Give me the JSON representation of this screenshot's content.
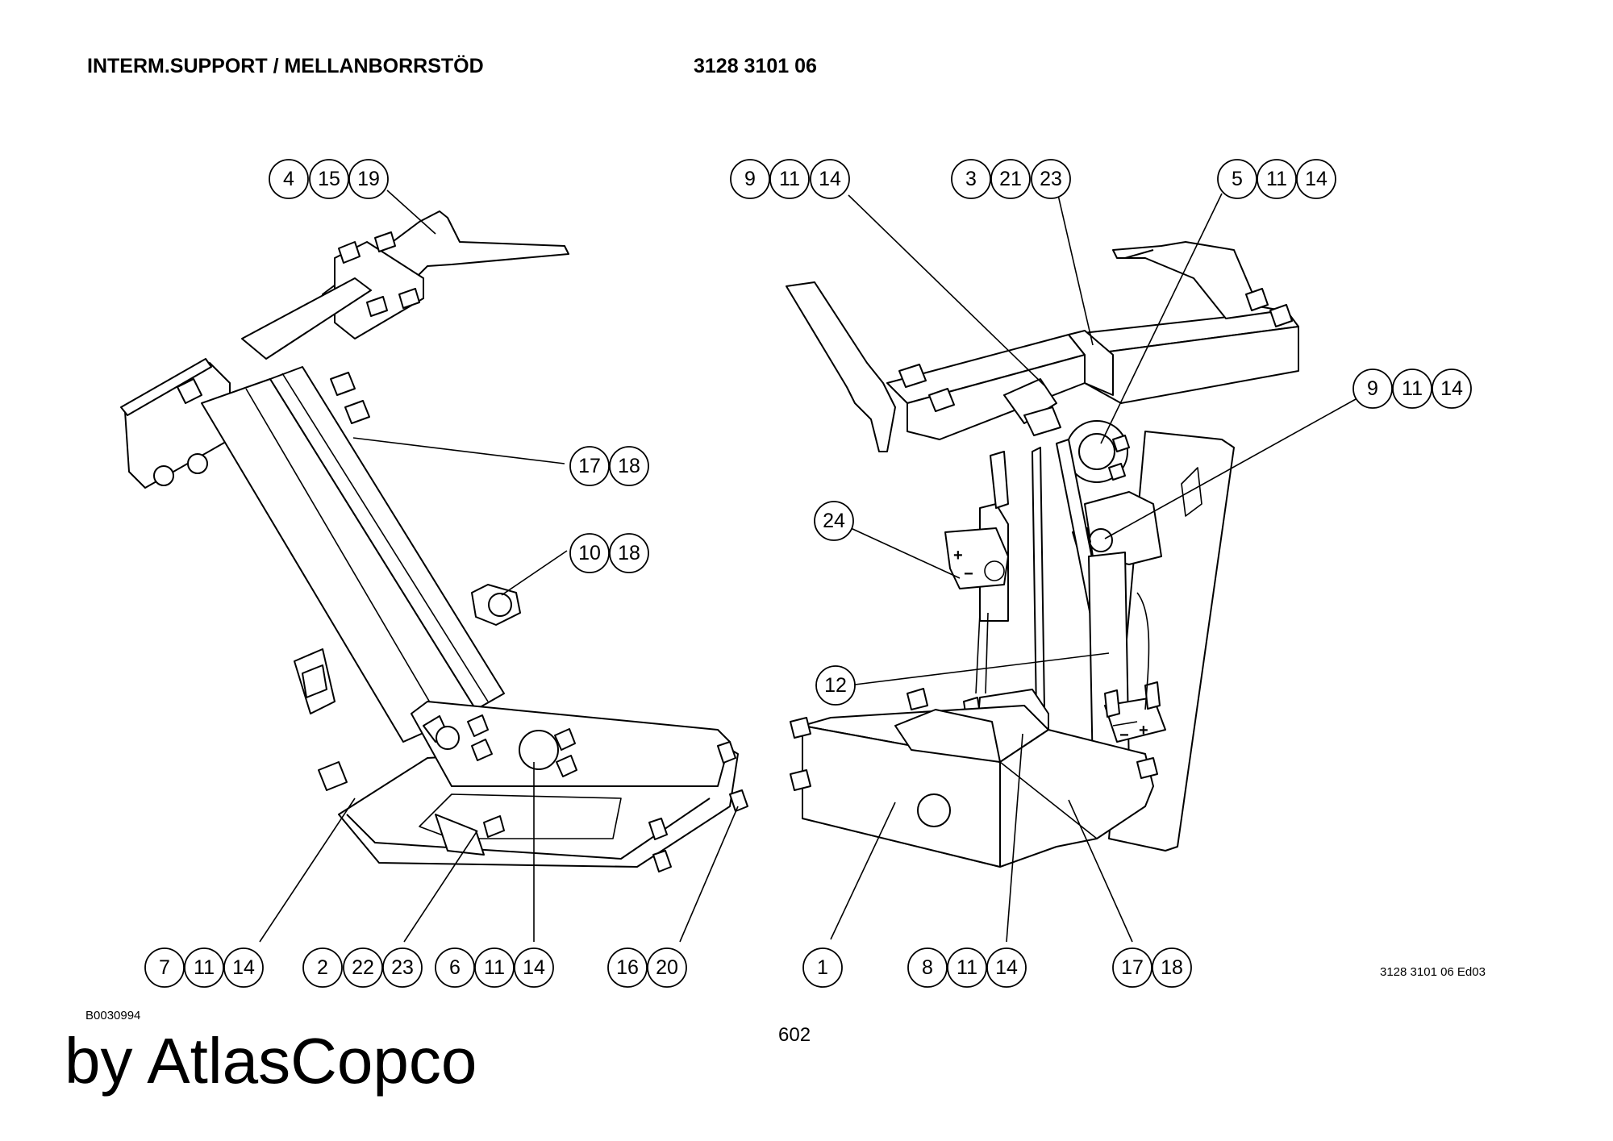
{
  "header": {
    "title": "INTERM.SUPPORT / MELLANBORRSTÖD",
    "part_number": "3128 3101 06"
  },
  "footer": {
    "drawing_ref": "B0030994",
    "edition": "3128 3101 06 Ed03",
    "page_number": "602",
    "watermark": "by AtlasCopco"
  },
  "callouts": [
    [
      "4",
      "15",
      "19"
    ],
    [
      "17",
      "18"
    ],
    [
      "10",
      "18"
    ],
    [
      "7",
      "11",
      "14"
    ],
    [
      "2",
      "22",
      "23"
    ],
    [
      "6",
      "11",
      "14"
    ],
    [
      "16",
      "20"
    ],
    [
      "9",
      "11",
      "14"
    ],
    [
      "3",
      "21",
      "23"
    ],
    [
      "5",
      "11",
      "14"
    ],
    [
      "9",
      "11",
      "14"
    ],
    [
      "24"
    ],
    [
      "12"
    ],
    [
      "1"
    ],
    [
      "8",
      "11",
      "14"
    ],
    [
      "17",
      "18"
    ]
  ],
  "polarity_marks": {
    "plus": "+",
    "minus": "−"
  }
}
